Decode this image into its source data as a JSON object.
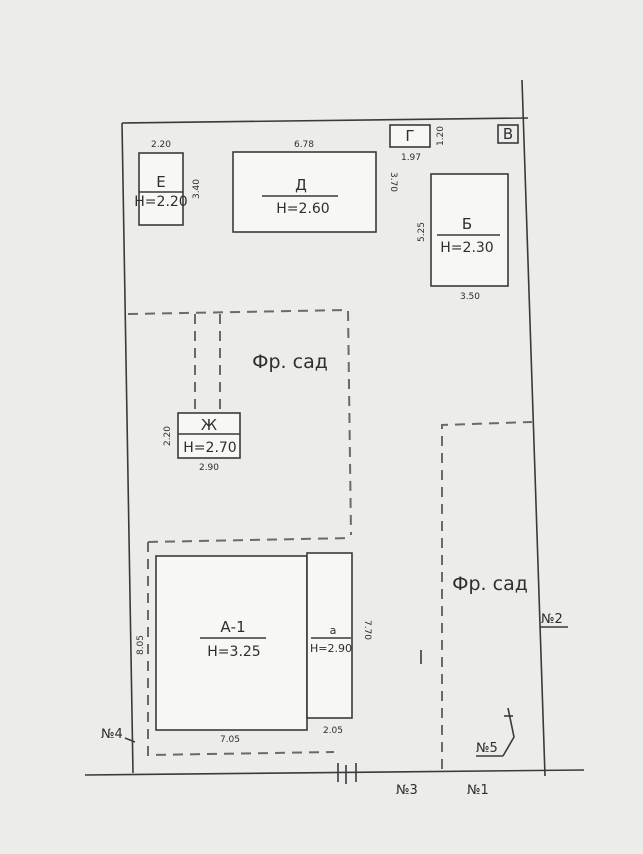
{
  "buildings": {
    "e": {
      "name": "Е",
      "height": "Н=2.20",
      "width": "2.20",
      "depth": "3.40"
    },
    "d": {
      "name": "Д",
      "height": "Н=2.60",
      "width": "6.78",
      "depth": "3.70"
    },
    "g": {
      "name": "Г",
      "width": "1.97",
      "depth": "1.20"
    },
    "b": {
      "name": "Б",
      "height": "Н=2.30",
      "width": "3.50",
      "depth": "5.25"
    },
    "zh": {
      "name": "Ж",
      "height": "Н=2.70",
      "width": "2.90",
      "depth": "2.20"
    },
    "a1": {
      "name": "А-1",
      "height": "Н=3.25",
      "width": "7.05",
      "depth": "8.05"
    },
    "a": {
      "name": "а",
      "height": "Н=2.90",
      "width": "2.05",
      "depth": "7.70"
    }
  },
  "corner_label": "В",
  "gardens": {
    "garden_1": "Фр. сад",
    "garden_2": "Фр. сад"
  },
  "points": {
    "p1": "№1",
    "p2": "№2",
    "p3": "№3",
    "p4": "№4",
    "p5": "№5"
  },
  "colors": {
    "paper": "#ececea",
    "ink": "#3a3a3a"
  }
}
